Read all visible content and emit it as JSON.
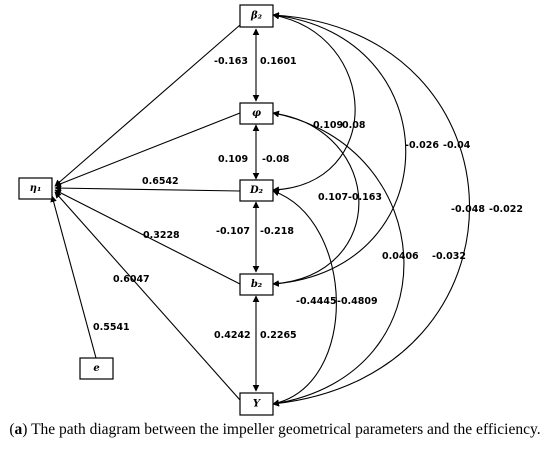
{
  "nodes": [
    {
      "id": "beta2",
      "label": "β₂"
    },
    {
      "id": "phi",
      "label": "φ"
    },
    {
      "id": "D2",
      "label": "D₂"
    },
    {
      "id": "b2",
      "label": "b₂"
    },
    {
      "id": "Y",
      "label": "Y"
    },
    {
      "id": "eta",
      "label": "η₁"
    },
    {
      "id": "e",
      "label": "e"
    }
  ],
  "edges": [
    {
      "id": "beta2-eta",
      "value": "-0.163"
    },
    {
      "id": "phi-eta",
      "value": ""
    },
    {
      "id": "D2-eta",
      "value": "0.6542"
    },
    {
      "id": "b2-eta",
      "value": "0.3228"
    },
    {
      "id": "Y-eta",
      "value": "0.6047"
    },
    {
      "id": "e-eta",
      "value": "0.5541"
    },
    {
      "id": "beta2-phi",
      "value": "0.1601"
    },
    {
      "id": "phi-D2-a",
      "value": "0.109"
    },
    {
      "id": "phi-D2-b",
      "value": "-0.08"
    },
    {
      "id": "D2-b2-a",
      "value": "-0.107"
    },
    {
      "id": "D2-b2-b",
      "value": "-0.218"
    },
    {
      "id": "b2-Y-a",
      "value": "0.4242"
    },
    {
      "id": "b2-Y-b",
      "value": "0.2265"
    },
    {
      "id": "beta2-D2-a",
      "value": "0.109"
    },
    {
      "id": "beta2-D2-b",
      "value": "0.08"
    },
    {
      "id": "beta2-b2-a",
      "value": "-0.026"
    },
    {
      "id": "beta2-b2-b",
      "value": "-0.04"
    },
    {
      "id": "beta2-Y-a",
      "value": "-0.048"
    },
    {
      "id": "beta2-Y-b",
      "value": "-0.022"
    },
    {
      "id": "phi-b2-a",
      "value": "0.107"
    },
    {
      "id": "phi-b2-b",
      "value": "-0.163"
    },
    {
      "id": "phi-Y-a",
      "value": "0.0406"
    },
    {
      "id": "phi-Y-b",
      "value": "-0.032"
    },
    {
      "id": "D2-Y-a",
      "value": "-0.4445"
    },
    {
      "id": "D2-Y-b",
      "value": "-0.4809"
    }
  ],
  "caption": {
    "letter": "a",
    "text": " The path diagram between the impeller geometrical parameters and the efficiency."
  }
}
